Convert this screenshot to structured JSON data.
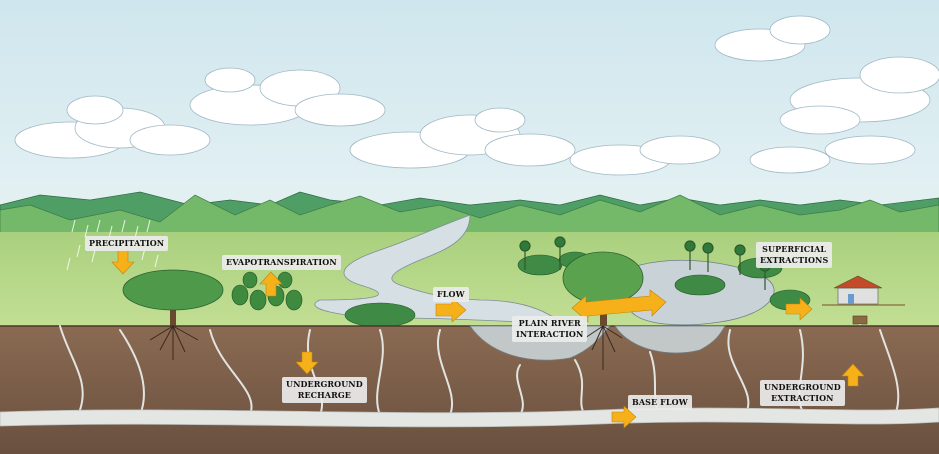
{
  "colors": {
    "sky_top": "#cfe6ee",
    "sky_bottom": "#e4f1f3",
    "mountain_far": "#5fa56f",
    "mountain_near": "#7cbf6e",
    "grass": "#b9d98a",
    "river": "#d7e0e4",
    "lake": "#c9d3d8",
    "soil_top": "#8a6a52",
    "soil_bottom": "#6f5442",
    "aquifer": "#e4e6e3",
    "arrow": "#f5b01a",
    "tree_canopy": "#4f9a4a",
    "trunk": "#6a4a2e"
  },
  "labels": {
    "precipitation": "PRECIPITATION",
    "evapotranspiration": "EVAPOTRANSPIRATION",
    "flow": "FLOW",
    "plain_river_interaction": "PLAIN RIVER\nINTERACTION",
    "superficial_extractions": "SUPERFICIAL\nEXTRACTIONS",
    "underground_recharge": "UNDERGROUND\nRECHARGE",
    "base_flow": "BASE FLOW",
    "underground_extraction": "UNDERGROUND\nEXTRACTION"
  },
  "icons": {
    "precipitation_arrow": "arrow-down-icon",
    "evapotranspiration_arrow": "arrow-up-icon",
    "flow_arrow": "arrow-right-icon",
    "interaction_arrow": "double-arrow-icon",
    "superficial_arrow": "arrow-right-icon",
    "recharge_arrow": "arrow-down-icon",
    "base_flow_arrow": "arrow-right-icon",
    "extraction_arrow": "arrow-up-icon"
  }
}
